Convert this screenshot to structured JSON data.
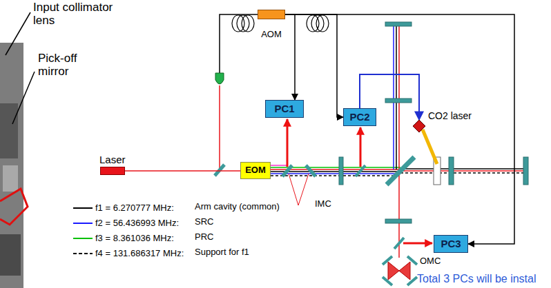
{
  "diagram": {
    "nodes": [
      {
        "text": [
          "Laser"
        ]
      },
      {
        "text": [
          "AOM"
        ]
      },
      {
        "text": [
          "EOM"
        ]
      },
      {
        "text": [
          "PC1"
        ]
      },
      {
        "text": [
          "PC2"
        ]
      },
      {
        "text": [
          "CO2 laser"
        ]
      },
      {
        "text": [
          "PC3"
        ]
      }
    ],
    "edges": [
      {
        "from": 0,
        "to": 2,
        "arrow": "none"
      },
      {
        "from": 1,
        "to": 3,
        "arrow": "to"
      },
      {
        "from": 1,
        "to": 4,
        "arrow": "to"
      },
      {
        "from": 1,
        "to": 6,
        "arrow": "to"
      },
      {
        "from": 4,
        "to": 5,
        "arrow": "to"
      }
    ],
    "labels": [
      "Input collimator lens",
      "Pick-off mirror",
      "IMC",
      "OMC",
      "Arm cavity (common)",
      "SRC",
      "PRC",
      "Support for f1",
      "Total 3 PCs will be instal"
    ],
    "legend": [
      {
        "text": "f1 = 6.270777 MHz:"
      },
      {
        "text": "f2 = 56.436993 MHz:"
      },
      {
        "text": "f3 = 8.361036 MHz:"
      },
      {
        "text": "f4 = 131.686317 MHz:"
      }
    ]
  }
}
